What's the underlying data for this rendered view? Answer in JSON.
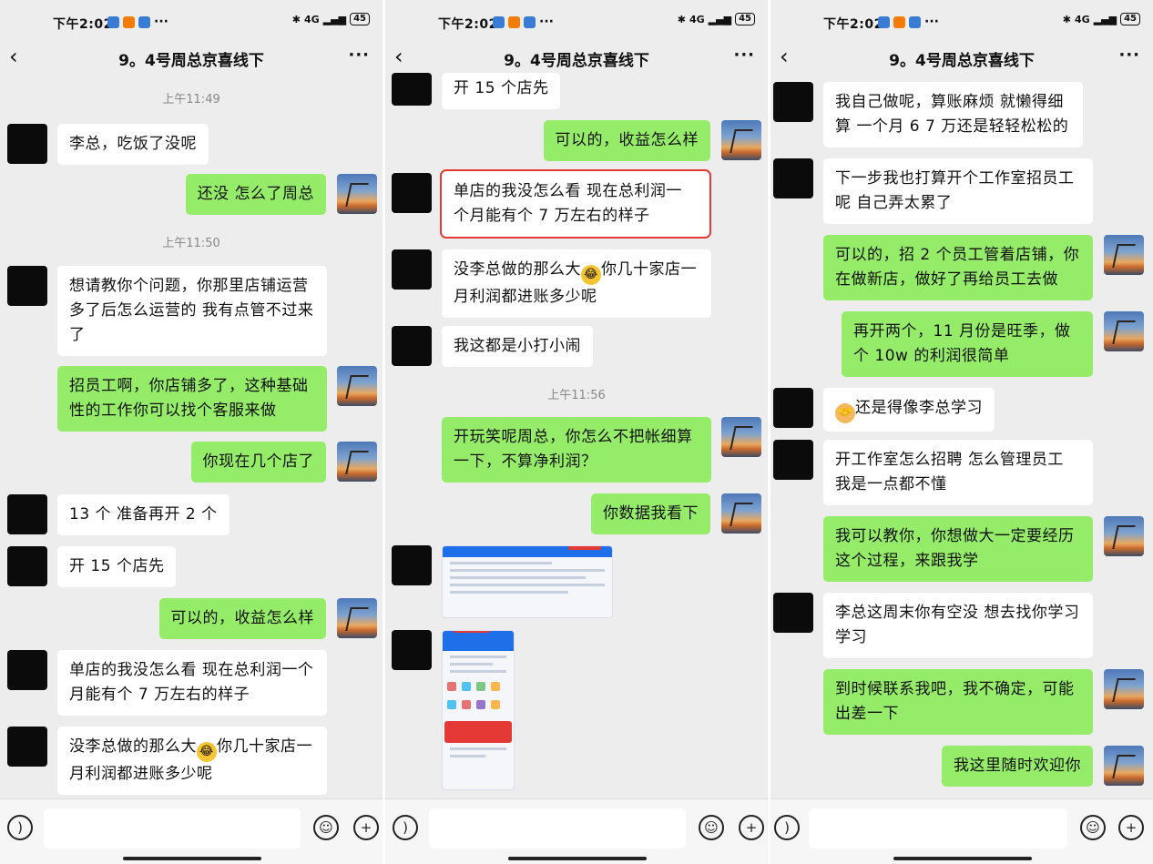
{
  "status": {
    "time": "下午2:02",
    "net": "4G",
    "battery": "45"
  },
  "nav": {
    "back_icon": "chevron-left-icon",
    "title": "9。4号周总京喜线下",
    "more": "···"
  },
  "panel0": {
    "ts1": "上午11:49",
    "m1": "李总，吃饭了没呢",
    "m2": "还没 怎么了周总",
    "ts2": "上午11:50",
    "m3": "想请教你个问题，你那里店铺运营多了后怎么运营的 我有点管不过来了",
    "m4": "招员工啊，你店铺多了，这种基础性的工作你可以找个客服来做",
    "m5": "你现在几个店了",
    "m6": "13 个 准备再开 2 个",
    "m7": "开 15 个店先",
    "m8": "可以的，收益怎么样",
    "m9": "单店的我没怎么看 现在总利润一个月能有个 7 万左右的样子",
    "m10a": "没李总做的那么大",
    "m10b": "你几十家店一月利润都进账多少呢"
  },
  "panel1": {
    "m1": "开 15 个店先",
    "m2": "可以的，收益怎么样",
    "m3": "单店的我没怎么看 现在总利润一个月能有个 7 万左右的样子",
    "m4a": "没李总做的那么大",
    "m4b": "你几十家店一月利润都进账多少呢",
    "m5": "我这都是小打小闹",
    "ts1": "上午11:56",
    "m6": "开玩笑呢周总，你怎么不把帐细算一下，不算净利润？",
    "m7": "你数据我看下"
  },
  "panel2": {
    "m1": "我自己做呢，算账麻烦 就懒得细算 一个月 6 7 万还是轻轻松松的",
    "m2": "下一步我也打算开个工作室招员工呢 自己弄太累了",
    "m3": "可以的，招 2 个员工管着店铺，你在做新店，做好了再给员工去做",
    "m4": "再开两个，11 月份是旺季，做个 10w 的利润很简单",
    "m5": "还是得像李总学习",
    "m6": "开工作室怎么招聘 怎么管理员工 我是一点都不懂",
    "m7": "我可以教你，你想做大一定要经历这个过程，来跟我学",
    "m8": "李总这周末你有空没 想去找你学习学习",
    "m9": "到时候联系我吧，我不确定，可能出差一下",
    "m10": "我这里随时欢迎你"
  },
  "input": {
    "voice_icon": "voice-icon",
    "emoji_icon": "emoji-icon",
    "plus_icon": "plus-icon"
  },
  "colors": {
    "out_bubble": "#95ec69",
    "in_bubble": "#ffffff",
    "bg": "#ededed",
    "highlight": "#e53935"
  }
}
